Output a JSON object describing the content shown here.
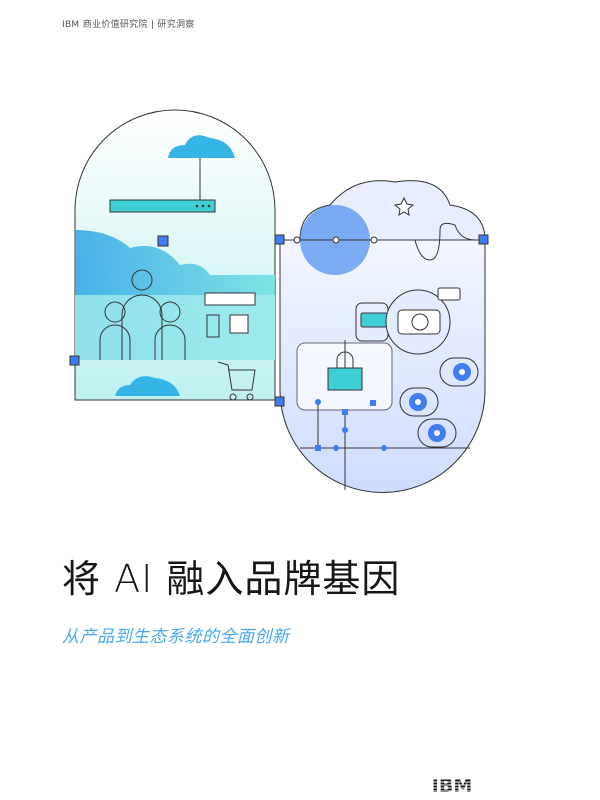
{
  "header": {
    "series_label": "IBM 商业价值研究院 | 研究洞察"
  },
  "cover": {
    "title": "将 AI 融入品牌基因",
    "subtitle": "从产品到生态系统的全面创新"
  },
  "logo": {
    "text": "IBM"
  },
  "colors": {
    "accent": "#4aa8f0",
    "teal": "#3ecfd6",
    "blue": "#3f7df0",
    "text": "#161616"
  }
}
